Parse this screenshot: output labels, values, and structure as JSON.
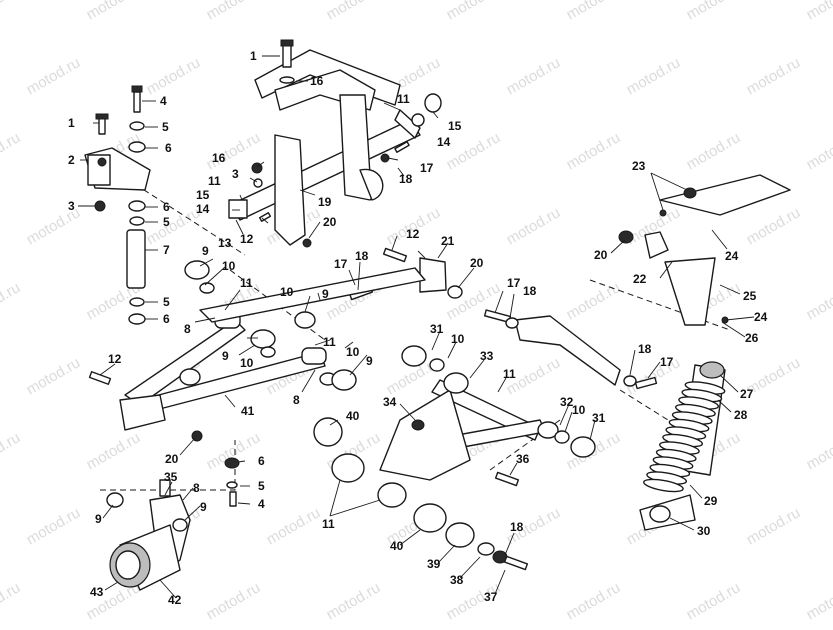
{
  "watermark": "motod.ru",
  "callouts": [
    "1",
    "2",
    "3",
    "4",
    "5",
    "6",
    "7",
    "8",
    "9",
    "10",
    "11",
    "12",
    "13",
    "14",
    "15",
    "16",
    "17",
    "18",
    "19",
    "20",
    "21",
    "22",
    "23",
    "24",
    "25",
    "26",
    "27",
    "28",
    "29",
    "30",
    "31",
    "32",
    "33",
    "34",
    "35",
    "36",
    "37",
    "38",
    "39",
    "40",
    "41",
    "42",
    "43"
  ]
}
